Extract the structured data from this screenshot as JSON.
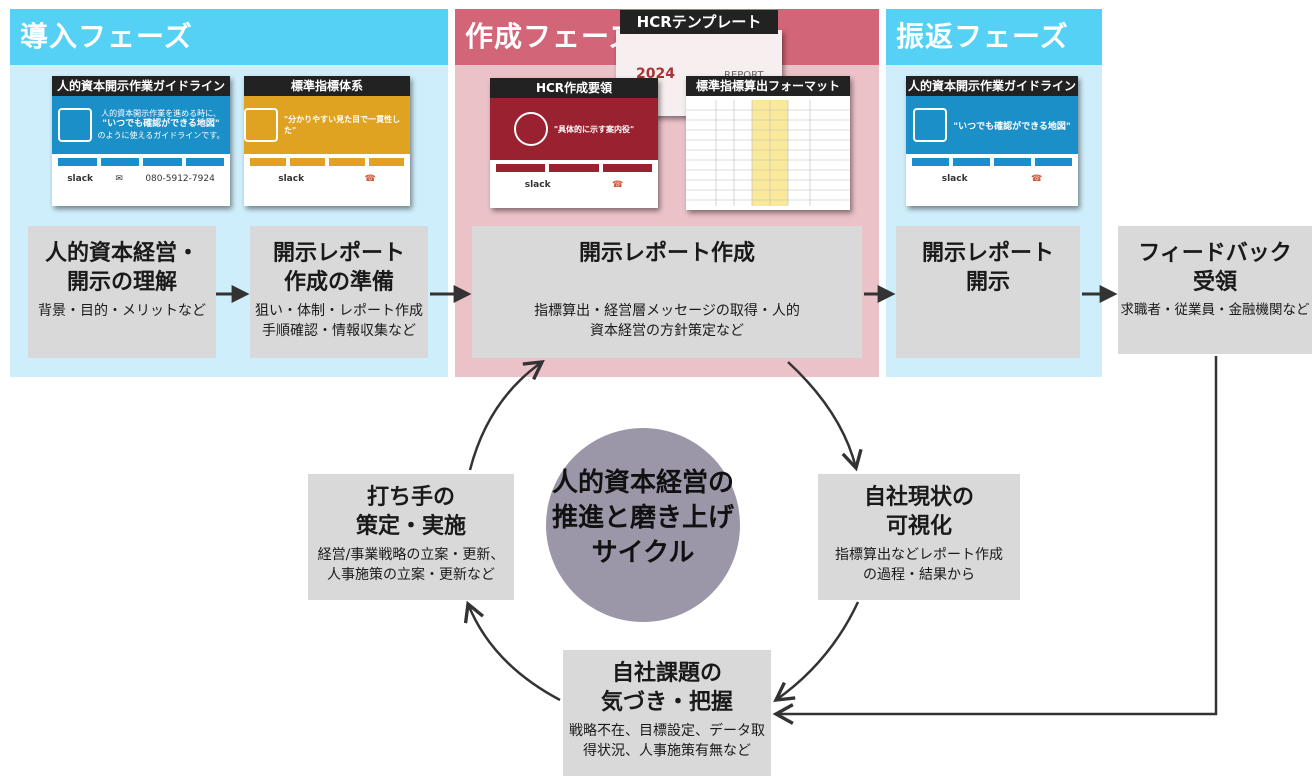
{
  "colors": {
    "intro_phase": "#55d1f5",
    "intro_phase_bg": "#cfeefb",
    "create_phase": "#d26577",
    "create_phase_bg": "#ecc2c9",
    "review_phase": "#55d1f5",
    "box": "#d9d9d9",
    "circle": "#9b96a8",
    "arrow": "#333333"
  },
  "phases": {
    "intro": "導入フェーズ",
    "create": "作成フェーズ",
    "review": "振返フェーズ"
  },
  "thumbnails": {
    "guideline_1": {
      "header": "人的資本開示作業ガイドライン",
      "line1": "人的資本開示作業を進める時に、",
      "line2": "\"いつでも確認ができる地図\"",
      "line3": "のように使えるガイドラインです。",
      "foot_slack": "slack",
      "foot_phone": "080-5912-7924"
    },
    "standard_indicator": {
      "header": "標準指標体系",
      "line1": "\"分かりやすい見た目で一貫性した\"",
      "foot_slack": "slack"
    },
    "hcr_template": {
      "label": "HCRテンプレート",
      "year": "2024",
      "report": "REPORT"
    },
    "hcr_manual": {
      "header": "HCR作成要領",
      "line1": "\"具体的に示す案内役\"",
      "foot_slack": "slack"
    },
    "indicator_format": {
      "header": "標準指標算出フォーマット"
    },
    "guideline_2": {
      "header": "人的資本開示作業ガイドライン",
      "line2": "\"いつでも確認ができる地図\"",
      "foot_slack": "slack"
    }
  },
  "steps": {
    "understand": {
      "title": "人的資本経営・\n開示の理解",
      "sub": "背景・目的・メリットなど"
    },
    "prepare": {
      "title": "開示レポート\n作成の準備",
      "sub": "狙い・体制・レポート作成\n手順確認・情報収集など"
    },
    "create": {
      "title": "開示レポート作成",
      "sub": "指標算出・経営層メッセージの取得・人的\n資本経営の方針策定など"
    },
    "disclose": {
      "title": "開示レポート\n開示",
      "sub": ""
    },
    "feedback": {
      "title": "フィードバック\n受領",
      "sub": "求職者・従業員・金融機関など"
    }
  },
  "cycle": {
    "center": "人的資本経営の\n推進と磨き上げ\nサイクル",
    "visualize": {
      "title": "自社現状の\n可視化",
      "sub": "指標算出などレポート作成\nの過程・結果から"
    },
    "issues": {
      "title": "自社課題の\n気づき・把握",
      "sub": "戦略不在、目標設定、データ取\n得状況、人事施策有無など"
    },
    "measures": {
      "title": "打ち手の\n策定・実施",
      "sub": "経営/事業戦略の立案・更新、\n人事施策の立案・更新など"
    }
  }
}
